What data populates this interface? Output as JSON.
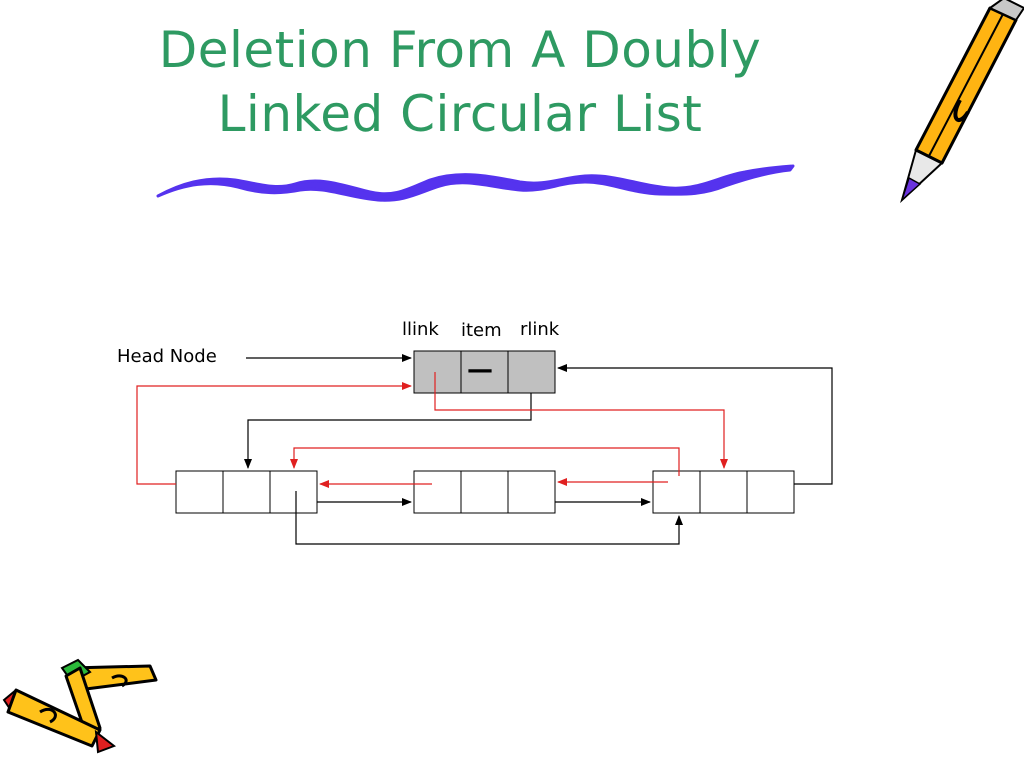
{
  "slide": {
    "title_line1": "Deletion From A Doubly",
    "title_line2": "Linked Circular List"
  },
  "diagram": {
    "field_labels": {
      "llink": "llink",
      "item": "item",
      "rlink": "rlink"
    },
    "head_node_label": "Head Node",
    "head_item_value": "—"
  },
  "colors": {
    "title": "#2e9a62",
    "underline": "#5533ee",
    "head_fill": "#c0c0c0",
    "removed_link": "#e02020",
    "link": "#000000"
  },
  "decorations": {
    "top_right": "pencil-icon",
    "bottom_left": "crayons-icon"
  }
}
